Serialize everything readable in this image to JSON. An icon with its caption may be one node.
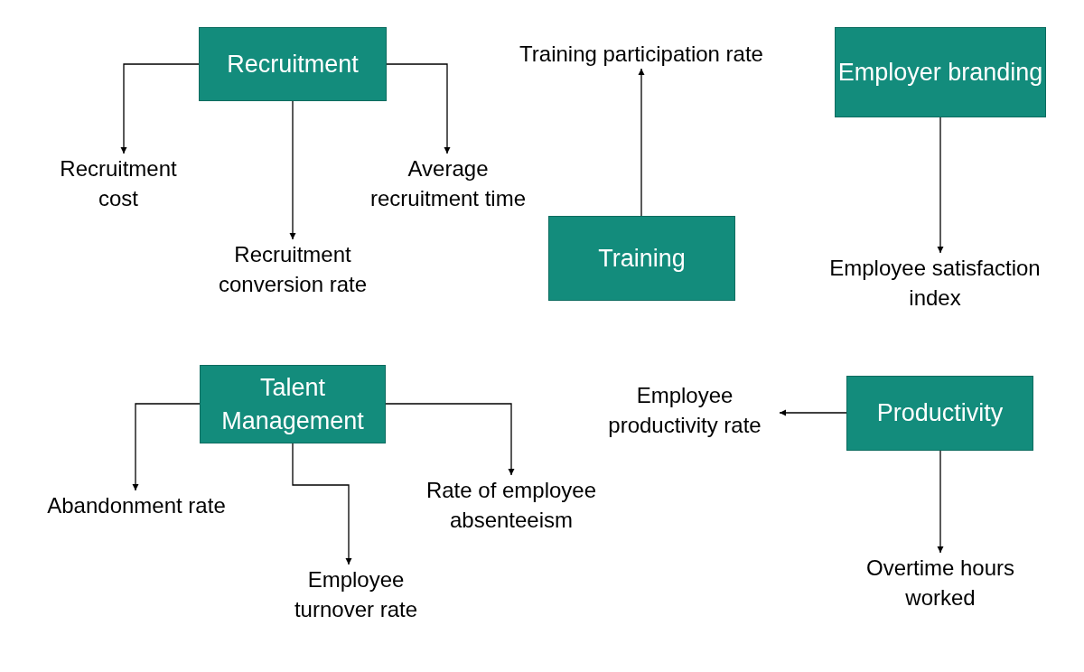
{
  "diagram": {
    "nodes": [
      {
        "text": [
          "Recruitment"
        ]
      },
      {
        "text": [
          "Recruitment cost"
        ]
      },
      {
        "text": [
          "Average recruitment time"
        ]
      },
      {
        "text": [
          "Recruitment conversion rate"
        ]
      },
      {
        "text": [
          "Training participation rate"
        ]
      },
      {
        "text": [
          "Employer branding"
        ]
      },
      {
        "text": [
          "Training"
        ]
      },
      {
        "text": [
          "Employee satisfaction index"
        ]
      },
      {
        "text": [
          "Talent Management"
        ]
      },
      {
        "text": [
          "Productivity"
        ]
      },
      {
        "text": [
          "Employee productivity rate"
        ]
      },
      {
        "text": [
          "Abandonment rate"
        ]
      },
      {
        "text": [
          "Rate of employee absenteeism"
        ]
      },
      {
        "text": [
          "Employee turnover rate"
        ]
      },
      {
        "text": [
          "Overtime hours worked"
        ]
      }
    ],
    "edges": [
      {
        "from": 0,
        "to": 1,
        "arrow": "to"
      },
      {
        "from": 0,
        "to": 3,
        "arrow": "to"
      },
      {
        "from": 0,
        "to": 2,
        "arrow": "to"
      },
      {
        "from": 6,
        "to": 4,
        "arrow": "to"
      },
      {
        "from": 5,
        "to": 7,
        "arrow": "to"
      },
      {
        "from": 8,
        "to": 11,
        "arrow": "to"
      },
      {
        "from": 8,
        "to": 13,
        "arrow": "to"
      },
      {
        "from": 8,
        "to": 12,
        "arrow": "to"
      },
      {
        "from": 9,
        "to": 10,
        "arrow": "to"
      },
      {
        "from": 9,
        "to": 14,
        "arrow": "to"
      }
    ]
  }
}
